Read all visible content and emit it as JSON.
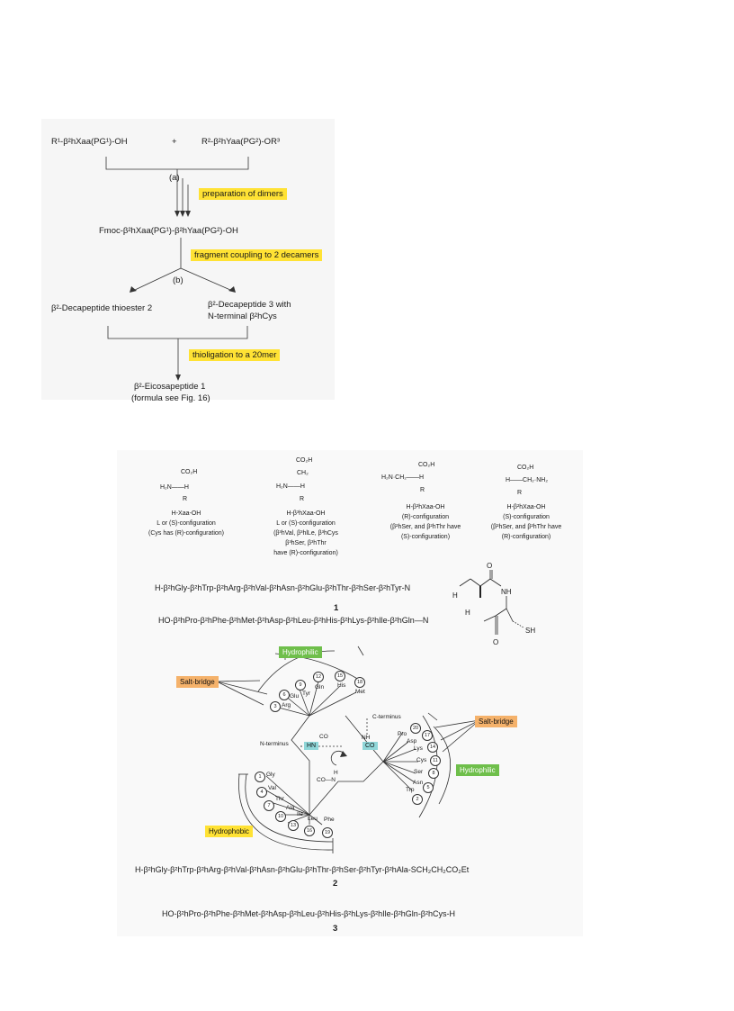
{
  "scheme": {
    "reactant_1": "R¹-β²hXaa(PG¹)-OH",
    "plus": "+",
    "reactant_2": "R²-β²hYaa(PG²)-OR³",
    "label_a": "(a)",
    "step_1": "preparation of dimers",
    "dimer": "Fmoc-β²hXaa(PG¹)-β²hYaa(PG²)-OH",
    "step_2": "fragment coupling to 2 decamers",
    "label_b": "(b)",
    "product_2": "β²-Decapeptide thioester 2",
    "product_3_line1": "β²-Decapeptide 3 with",
    "product_3_line2": "N-terminal β²hCys",
    "step_3": "thioligation to a 20mer",
    "final_line1": "β²-Eicosapeptide 1",
    "final_line2": "(formula see Fig. 16)"
  },
  "amino_acids": [
    {
      "top": "CO₂H",
      "mid": "H₂N——H",
      "sub": "R",
      "name": "H-Xaa-OH",
      "config1": "L or (S)-configuration",
      "config2": "(Cys has (R)-configuration)",
      "config3": "",
      "config4": ""
    },
    {
      "top": "CO₂H",
      "top2": "CH₂",
      "mid": "H₂N——H",
      "sub": "R",
      "name": "H-β³hXaa-OH",
      "config1": "L or (S)-configuration",
      "config2": "(β³hVal, β³hlLe, β³hCys",
      "config3": "β³hSer, β³hThr",
      "config4": "have (R)-configuration)"
    },
    {
      "top": "CO₂H",
      "mid": "H₂N·CH₂——H",
      "sub": "R",
      "name": "H-β²hXaa-OH",
      "config1": "(R)-configuration",
      "config2": "(β²hSer, and β²hThr have",
      "config3": "(S)-configuration)",
      "config4": ""
    },
    {
      "top": "CO₂H",
      "mid": "H——CH₂·NH₂",
      "sub": "R",
      "name": "H-β²hXaa-OH",
      "config1": "(S)-configuration",
      "config2": "(β²hSer, and β²hThr have",
      "config3": "(R)-configuration)",
      "config4": ""
    }
  ],
  "compound_1": {
    "line1": "H-β²hGly-β²hTrp-β²hArg-β²hVal-β²hAsn-β²hGlu-β²hThr-β²hSer-β²hTyr-N",
    "label": "1",
    "line2": "HO-β²hPro-β²hPhe-β²hMet-β²hAsp-β²hLeu-β²hHis-β²hLys-β²hIle-β²hGln—N",
    "nh": "NH",
    "h": "H",
    "o": "O",
    "sh": "SH"
  },
  "helix": {
    "hydrophilic_top": "Hydrophilic",
    "salt_bridge_left": "Salt-bridge",
    "salt_bridge_right": "Salt-bridge",
    "hydrophilic_right": "Hydrophilic",
    "hydrophobic": "Hydrophobic",
    "c_terminus": "C-terminus",
    "n_terminus": "N-terminus",
    "co_left": "CO",
    "nh_right": "NH",
    "hn": "HN",
    "co_box": "CO",
    "co_n": "CO—N",
    "h": "H",
    "top_residues": [
      {
        "n": "3",
        "aa": "Arg"
      },
      {
        "n": "6",
        "aa": "Glu"
      },
      {
        "n": "9",
        "aa": "Tyr"
      },
      {
        "n": "12",
        "aa": "Gln"
      },
      {
        "n": "15",
        "aa": "His"
      },
      {
        "n": "18",
        "aa": "Met"
      }
    ],
    "right_residues": [
      {
        "n": "20",
        "aa": "Pro"
      },
      {
        "n": "17",
        "aa": "Asp"
      },
      {
        "n": "14",
        "aa": "Lys"
      },
      {
        "n": "11",
        "aa": "Cys"
      },
      {
        "n": "8",
        "aa": "Ser"
      },
      {
        "n": "5",
        "aa": "Asn"
      },
      {
        "n": "2",
        "aa": "Trp"
      }
    ],
    "bottom_residues": [
      {
        "n": "1",
        "aa": "Gly"
      },
      {
        "n": "4",
        "aa": "Val"
      },
      {
        "n": "7",
        "aa": "Thr"
      },
      {
        "n": "10",
        "aa": "Ala"
      },
      {
        "n": "13",
        "aa": "Ile"
      },
      {
        "n": "16",
        "aa": "Leu"
      },
      {
        "n": "19",
        "aa": "Phe"
      }
    ]
  },
  "compound_2": {
    "formula": "H-β²hGly-β²hTrp-β²hArg-β²hVal-β²hAsn-β²hGlu-β²hThr-β²hSer-β²hTyr-β²hAla-SCH₂CH₂CO₂Et",
    "label": "2"
  },
  "compound_3": {
    "formula": "HO-β²hPro-β²hPhe-β²hMet-β²hAsp-β²hLeu-β²hHis-β²hLys-β²hIle-β²hGln-β²hCys-H",
    "label": "3"
  }
}
